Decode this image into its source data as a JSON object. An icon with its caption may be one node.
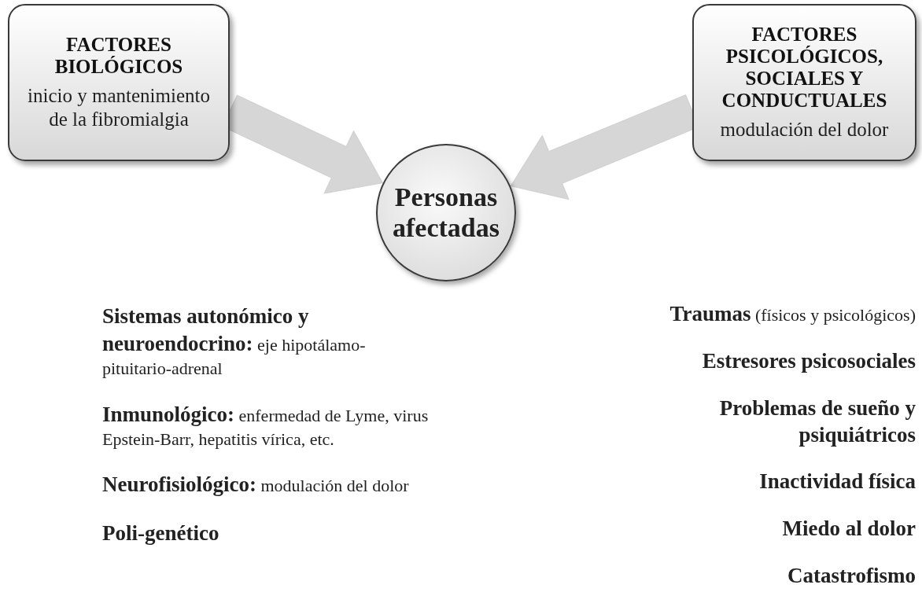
{
  "diagram": {
    "nodes": [
      {
        "text": [
          "FACTORES BIOLÓGICOS",
          "inicio y mantenimiento de la fibromialgia"
        ]
      },
      {
        "text": [
          "FACTORES PSICOLÓGICOS, SOCIALES Y CONDUCTUALES",
          "modulación del dolor"
        ]
      },
      {
        "text": [
          "Personas afectadas"
        ]
      }
    ],
    "edges": [
      {
        "from": 0,
        "to": 2,
        "arrow": "to",
        "style": "thick"
      },
      {
        "from": 1,
        "to": 2,
        "arrow": "to",
        "style": "thick"
      }
    ],
    "labels": [
      "**Sistemas autonómico y neuroendocrino:** eje hipotálamo-pituitario-adrenal",
      "**Inmunológico:** enfermedad de Lyme, virus Epstein-Barr, hepatitis vírica, etc.",
      "**Neurofisiológico:** modulación del dolor",
      "**Poli-genético**",
      "**Traumas** (físicos y psicológicos)",
      "Estresores psicosociales",
      "Problemas de sueño y psiquiátricos",
      "Inactividad física",
      "Miedo al dolor",
      "Catastrofismo"
    ]
  }
}
